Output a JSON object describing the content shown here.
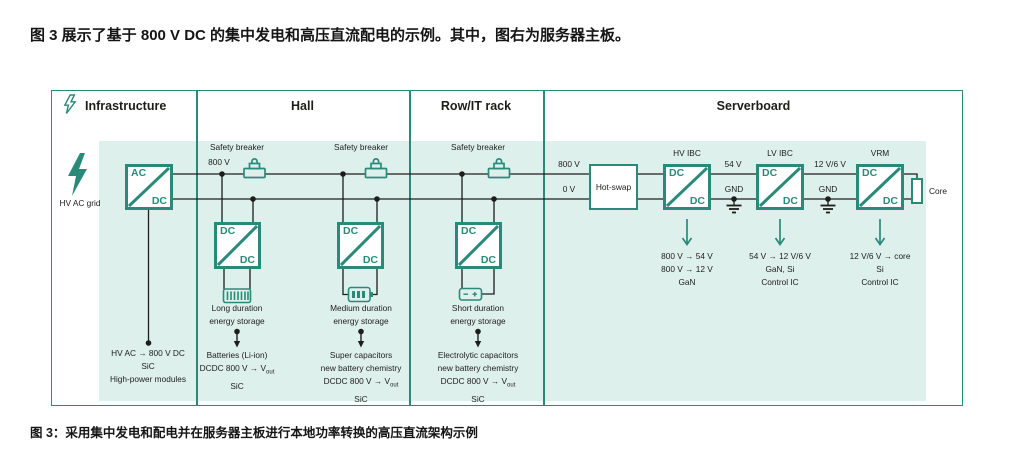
{
  "page": {
    "intro": "图 3 展示了基于 800 V DC 的集中发电和高压直流配电的示例。其中，图右为服务器主板。",
    "caption": "图 3：采用集中发电和配电并在服务器主板进行本地功率转换的高压直流架构示例"
  },
  "colors": {
    "teal": "#2a8a7a",
    "mint": "#def0ec",
    "ink": "#1d1d1b"
  },
  "headers": {
    "infrastructure": "Infrastructure",
    "hall": "Hall",
    "row": "Row/IT rack",
    "serverboard": "Serverboard"
  },
  "infra": {
    "grid": "HV AC grid",
    "conv_top": "AC",
    "conv_bottom": "DC",
    "note": [
      "HV AC → 800 V DC",
      "SiC",
      "High-power modules"
    ]
  },
  "bus": {
    "v800": "800 V",
    "v0": "0 V"
  },
  "storage": {
    "cols": [
      {
        "breaker": "Safety breaker",
        "conv_top": "DC",
        "conv_bottom": "DC",
        "icon": "battery-long-icon",
        "title": [
          "Long duration",
          "energy storage"
        ],
        "tech": [
          "Batteries (Li-ion)"
        ],
        "vout_pre": "DCDC 800 V → V",
        "vout_sub": "out",
        "tech_last": "SiC"
      },
      {
        "breaker": "Safety breaker",
        "conv_top": "DC",
        "conv_bottom": "DC",
        "icon": "battery-medium-icon",
        "title": [
          "Medium duration",
          "energy storage"
        ],
        "tech": [
          "Super capacitors",
          "new battery chemistry"
        ],
        "vout_pre": "DCDC 800 V → V",
        "vout_sub": "out",
        "tech_last": "SiC"
      },
      {
        "breaker": "Safety breaker",
        "conv_top": "DC",
        "conv_bottom": "DC",
        "icon": "battery-short-icon",
        "title": [
          "Short duration",
          "energy storage"
        ],
        "tech": [
          "Electrolytic capacitors",
          "new battery chemistry"
        ],
        "vout_pre": "DCDC 800 V → V",
        "vout_sub": "out",
        "tech_last": "SiC"
      }
    ]
  },
  "serverboard": {
    "v800": "800 V",
    "v0": "0 V",
    "hotswap": "Hot-swap",
    "core": "Core",
    "stages": [
      {
        "name": "HV IBC",
        "conv_top": "DC",
        "conv_bottom": "DC",
        "out": "54 V",
        "gnd": "GND",
        "notes": [
          "800 V → 54 V",
          "800 V → 12 V",
          "GaN"
        ]
      },
      {
        "name": "LV IBC",
        "conv_top": "DC",
        "conv_bottom": "DC",
        "out": "12 V/6 V",
        "gnd": "GND",
        "notes": [
          "54 V → 12 V/6 V",
          "GaN, Si",
          "Control IC"
        ]
      },
      {
        "name": "VRM",
        "conv_top": "DC",
        "conv_bottom": "DC",
        "notes": [
          "12 V/6 V → core",
          "Si",
          "Control IC"
        ]
      }
    ]
  }
}
